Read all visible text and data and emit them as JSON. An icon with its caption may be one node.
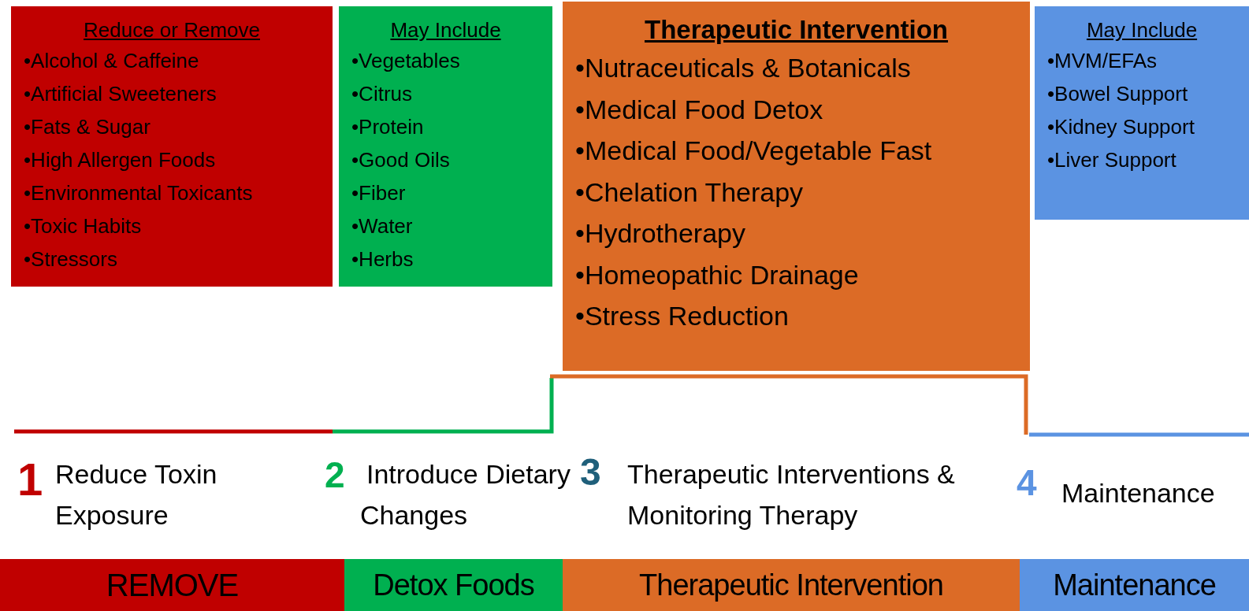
{
  "diagram": {
    "nodes": [
      {
        "text": [
          "Reduce or Remove",
          "•Alcohol & Caffeine",
          "•Artificial Sweeteners",
          "•Fats & Sugar",
          "•High Allergen Foods",
          "•Environmental Toxicants",
          "•Toxic Habits",
          "•Stressors"
        ]
      },
      {
        "text": [
          "May Include",
          "•Vegetables",
          "•Citrus",
          "•Protein",
          "•Good Oils",
          "•Fiber",
          "•Water",
          "•Herbs"
        ]
      },
      {
        "text": [
          "Therapeutic Intervention",
          "•Nutraceuticals & Botanicals",
          "•Medical Food Detox",
          "•Medical Food/Vegetable Fast",
          "•Chelation Therapy",
          "•Hydrotherapy",
          "•Homeopathic Drainage",
          "•Stress Reduction"
        ]
      },
      {
        "text": [
          "May Include",
          "•MVM/EFAs",
          "•Bowel Support",
          "•Kidney Support",
          "•Liver Support"
        ]
      },
      {
        "text": [
          "REMOVE"
        ]
      },
      {
        "text": [
          "Detox Foods"
        ]
      },
      {
        "text": [
          "Therapeutic Intervention"
        ]
      },
      {
        "text": [
          "Maintenance"
        ]
      }
    ],
    "labels": [
      "1",
      "Reduce Toxin Exposure",
      "2",
      "Introduce Dietary Changes",
      "3",
      "Therapeutic Interventions & Monitoring Therapy",
      "4",
      "Maintenance"
    ]
  }
}
